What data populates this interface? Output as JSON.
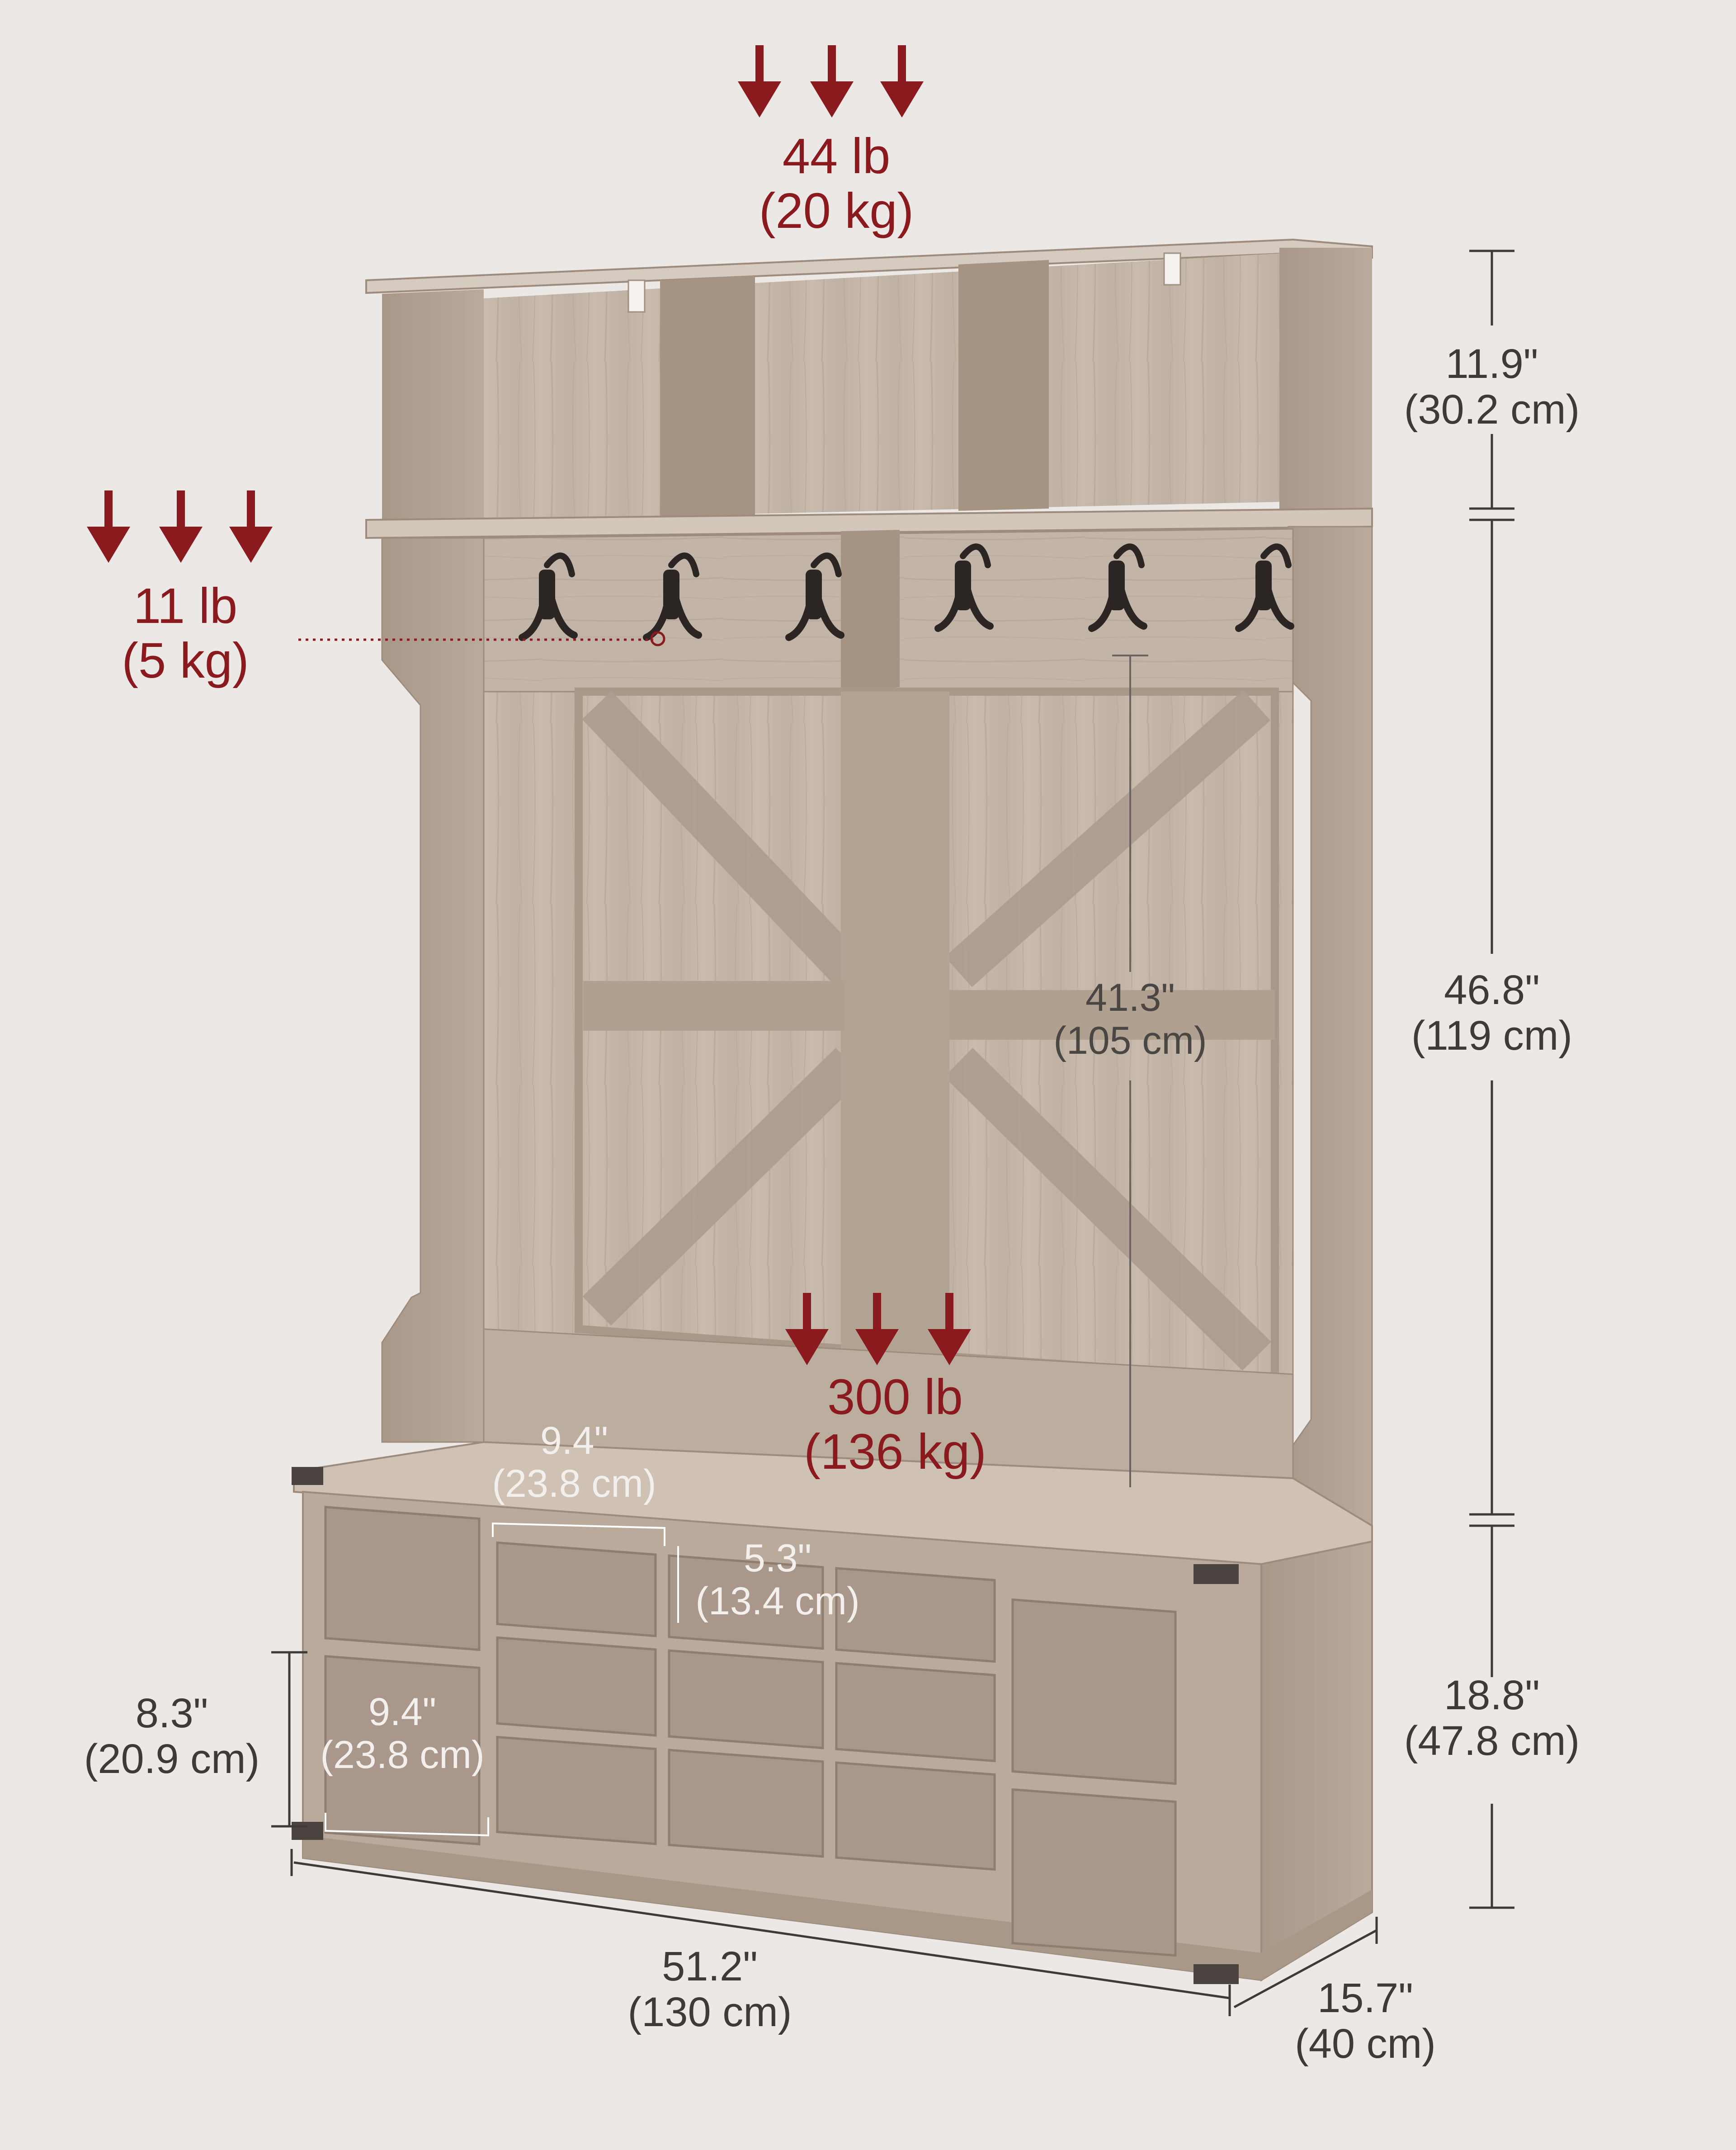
{
  "colors": {
    "background": "#ebe8e5",
    "wood_light": "#c9bcaf",
    "wood_mid": "#b6a697",
    "wood_dark": "#9d8c7d",
    "load_arrow": "#8b1a1f",
    "dimension_text": "#3d3b39",
    "hook_metal": "#2b2624"
  },
  "loads": {
    "top": {
      "imperial": "44 lb",
      "metric": "(20 kg)"
    },
    "hooks": {
      "imperial": "11 lb",
      "metric": "(5 kg)"
    },
    "bench": {
      "imperial": "300 lb",
      "metric": "(136 kg)"
    }
  },
  "dimensions": {
    "top_section_height": {
      "imperial": "11.9\"",
      "metric": "(30.2 cm)"
    },
    "middle_section_height": {
      "imperial": "46.8\"",
      "metric": "(119 cm)"
    },
    "bench_height": {
      "imperial": "18.8\"",
      "metric": "(47.8 cm)"
    },
    "panel_height": {
      "imperial": "41.3\"",
      "metric": "(105 cm)"
    },
    "large_cubby_width": {
      "imperial": "9.4\"",
      "metric": "(23.8 cm)"
    },
    "small_cubby_width": {
      "imperial": "9.4\"",
      "metric": "(23.8 cm)"
    },
    "small_cubby_height": {
      "imperial": "5.3\"",
      "metric": "(13.4 cm)"
    },
    "side_cubby_height": {
      "imperial": "8.3\"",
      "metric": "(20.9 cm)"
    },
    "total_width": {
      "imperial": "51.2\"",
      "metric": "(130 cm)"
    },
    "depth": {
      "imperial": "15.7\"",
      "metric": "(40 cm)"
    }
  },
  "hooks": {
    "count": 6
  },
  "arrow_icon": "down-arrow-icon"
}
